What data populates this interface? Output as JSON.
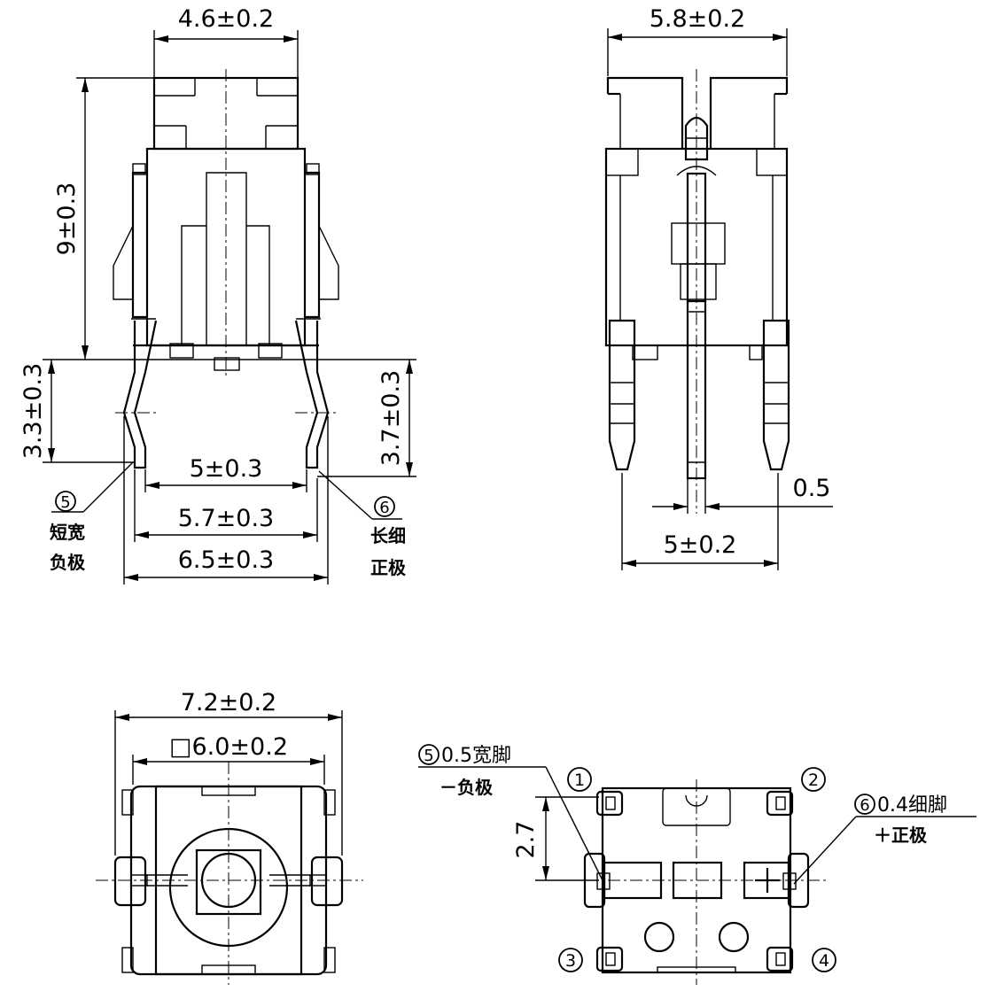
{
  "views": {
    "front": {
      "dims": {
        "top_width": "4.6±0.2",
        "body_height": "9±0.3",
        "left_leg": "3.3±0.3",
        "right_leg": "3.7±0.3",
        "inner_span": "5±0.3",
        "mid_span": "5.7±0.3",
        "outer_span": "6.5±0.3"
      },
      "left_callout": {
        "num": "5",
        "line1": "短宽",
        "line2": "负极"
      },
      "right_callout": {
        "num": "6",
        "line1": "长细",
        "line2": "正极"
      }
    },
    "side": {
      "dims": {
        "top_width": "5.8±0.2",
        "pin_width": "0.5",
        "pitch": "5±0.2"
      }
    },
    "top": {
      "dims": {
        "outer": "7.2±0.2",
        "inner": "□6.0±0.2"
      }
    },
    "bottom": {
      "dims": {
        "offset": "2.7"
      },
      "callout5": {
        "num": "5",
        "text": "0.5宽脚",
        "polarity": "－负极"
      },
      "callout6": {
        "num": "6",
        "text": "0.4细脚",
        "polarity": "＋正极"
      },
      "pins": [
        "1",
        "2",
        "3",
        "4"
      ]
    }
  }
}
